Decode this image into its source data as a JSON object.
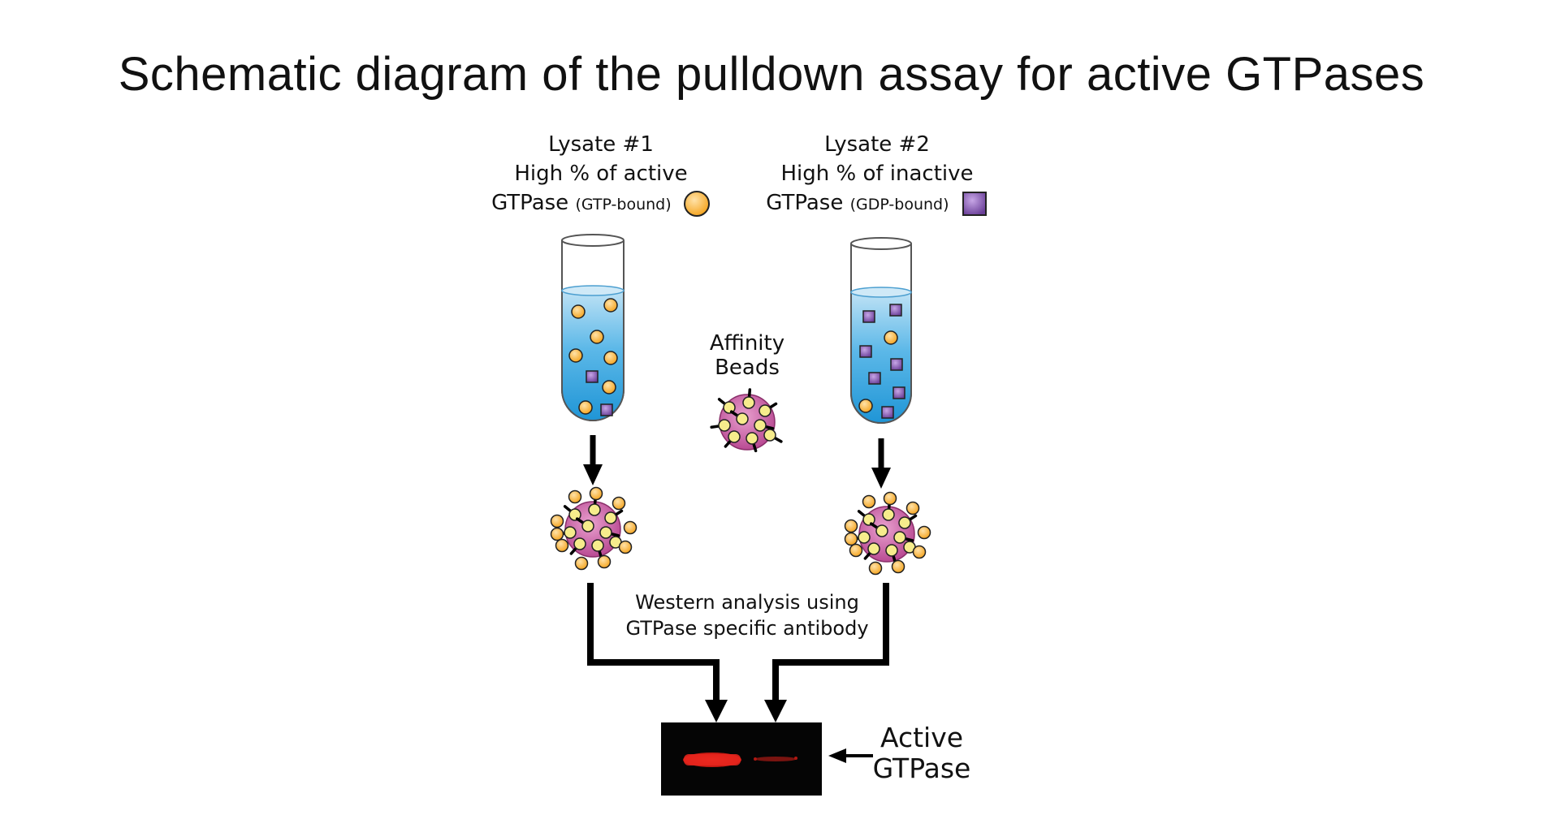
{
  "title": "Schematic diagram of the pulldown assay for active GTPases",
  "lysate1": {
    "line1": "Lysate #1",
    "line2": "High % of active",
    "line3_main": "GTPase",
    "line3_note": "(GTP-bound)"
  },
  "lysate2": {
    "line1": "Lysate #2",
    "line2": "High % of inactive",
    "line3_main": "GTPase",
    "line3_note": "(GDP-bound)"
  },
  "beads": {
    "line1": "Affinity",
    "line2": "Beads"
  },
  "western": {
    "line1": "Western analysis using",
    "line2": "GTPase specific antibody"
  },
  "result": {
    "line1": "Active",
    "line2": "GTPase"
  },
  "colors": {
    "active_gtpase": "#f5a623",
    "inactive_gtpase": "#7b52a6",
    "liquid": "#3aa6e0",
    "bead_core": "#c0509a",
    "antibody": "#f6ec8c",
    "band": "#e8261d",
    "blot": "#050505"
  }
}
